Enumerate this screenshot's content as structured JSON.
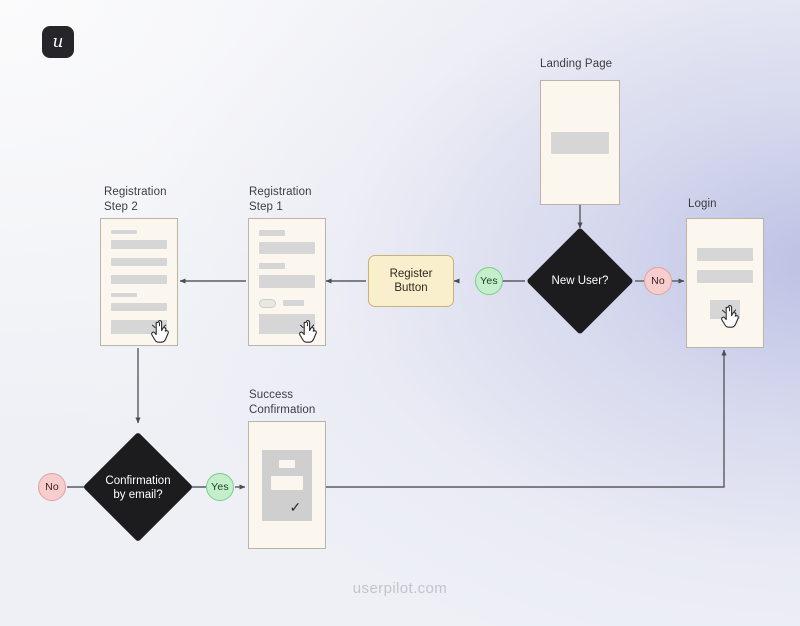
{
  "brand": {
    "logo_glyph": "u",
    "logo_name": "userpilot-logo",
    "watermark": "userpilot.com"
  },
  "colors": {
    "diamond_fill": "#1c1c1e",
    "card_fill": "#fbf7ee",
    "card_border": "#b9b4a6",
    "placeholder_bar": "#d6d6d6",
    "yes_badge": "#c3f0cb",
    "no_badge": "#f7cdcd",
    "register_button_fill": "#faefcd",
    "register_button_border": "#c9b277",
    "connector": "#5a5a60",
    "background_tint": "#c9cce9"
  },
  "flowchart": {
    "title_landing": "Landing Page",
    "title_registration_step_2": "Registration\nStep 2",
    "title_registration_step_1": "Registration\nStep 1",
    "title_login": "Login",
    "title_success_confirmation": "Success\nConfirmation",
    "decision_new_user": "New User?",
    "decision_confirmation_by_email": "Confirmation\nby email?",
    "node_register_button": "Register\nButton",
    "badge_yes_new_user": "Yes",
    "badge_no_new_user": "No",
    "badge_yes_confirmation": "Yes",
    "badge_no_confirmation": "No"
  },
  "icons": {
    "cursor": "pointing-hand-cursor",
    "check": "✓"
  }
}
